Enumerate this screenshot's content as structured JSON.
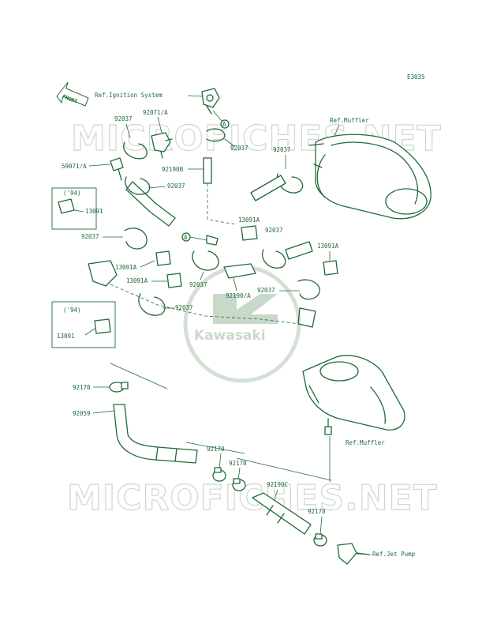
{
  "diagram_code": "E3035",
  "front_label": "FRONT",
  "watermark_text": "MICROFICHES.NET",
  "logo_text": "Kawasaki",
  "refs": {
    "ignition": "Ref.Ignition System",
    "muffler_top": "Ref.Muffler",
    "muffler_bottom": "Ref.Muffler",
    "jet_pump": "Ref.Jet Pump"
  },
  "callout_letter": "A",
  "year_94": "('94)",
  "parts": {
    "p92071a": "92071/A",
    "p92037_a": "92037",
    "p92037_b": "92037",
    "p92037_c": "92037",
    "p92037_d": "92037",
    "p92037_e": "92037",
    "p92037_f": "92037",
    "p92037_g": "92037",
    "p92037_h": "92037",
    "p92037_i": "92037",
    "p59071a": "59071/A",
    "p92190b": "92190B",
    "p13091_a": "13091",
    "p13091_b": "13091",
    "p13091a_a": "13091A",
    "p13091a_b": "13091A",
    "p13091a_c": "13091A",
    "p13091a_d": "13091A",
    "p92190a": "92190/A",
    "p92170_a": "92170",
    "p92170_b": "92170",
    "p92170_c": "92170",
    "p92170_d": "92170",
    "p92059": "92059",
    "p92190c": "92190C"
  },
  "colors": {
    "ink": "#1e6b36",
    "watermark": "#cfd6cf",
    "logo_green": "#c9d9c9"
  }
}
